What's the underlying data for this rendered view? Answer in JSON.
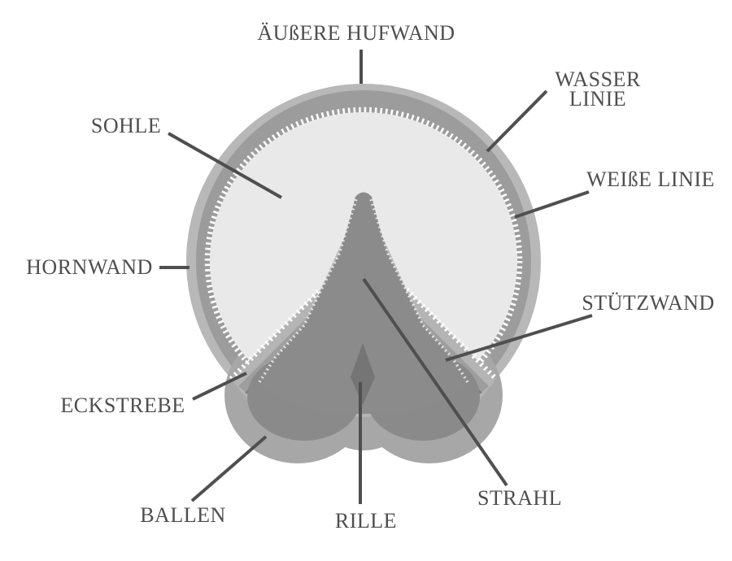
{
  "diagram": {
    "subject": "horse hoof underside anatomy",
    "labels": {
      "aeussere_hufwand": "ÄUßERE HUFWAND",
      "wasser_linie_1": "WASSER",
      "wasser_linie_2": "LINIE",
      "weisse_linie": "WEIßE LINIE",
      "stuetzwand": "STÜTZWAND",
      "sohle": "SOHLE",
      "hornwand": "HORNWAND",
      "eckstrebe": "ECKSTREBE",
      "ballen": "BALLEN",
      "rille": "RILLE",
      "strahl": "STRAHL"
    },
    "colors": {
      "background": "#ffffff",
      "label_text": "#4e4e4e",
      "pointer_line": "#4f4f4f",
      "outer_wall": "#b8b8b8",
      "water_line_band": "#9c9c9c",
      "sole": "#e9e9e9",
      "white_line": "#ffffff",
      "support_wall": "#b4b4b4",
      "support_wall_inner": "#9e9e9e",
      "bars": "#7d7d7d",
      "heel_bulbs": "#a7a7a7",
      "heel_bulbs_inner": "#8a8a8a",
      "frog": "#8b8b8b",
      "groove": "#757575"
    }
  }
}
